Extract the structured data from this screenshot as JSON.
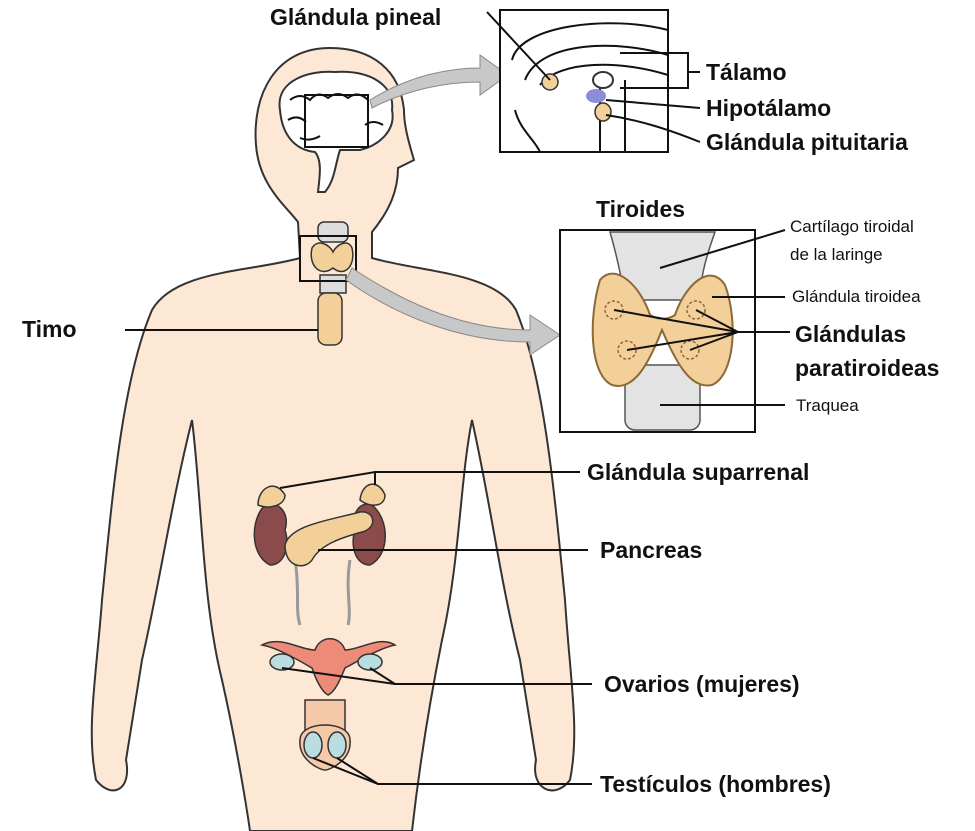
{
  "title": "Sistema endocrino",
  "colors": {
    "skin": "#fde8d6",
    "gland": "#f3cf9a",
    "kidney": "#8b4b4b",
    "uterus": "#ee8a78",
    "ovary": "#b9dde0",
    "hypothalamus": "#8a8ed8",
    "arrow": "#c8c8c8"
  },
  "labels": {
    "pineal": "Glándula pineal",
    "thalamus": "Tálamo",
    "hypothalamus": "Hipotálamo",
    "pituitary": "Glándula pituitaria",
    "thyroid_title": "Tiroides",
    "cartilage_1": "Cartílago tiroidal",
    "cartilage_2": "de la laringe",
    "thyroid_gland": "Glándula tiroidea",
    "parathyroid_1": "Glándulas",
    "parathyroid_2": "paratiroideas",
    "trachea": "Traquea",
    "thymus": "Timo",
    "adrenal": "Glándula suparrenal",
    "pancreas": "Pancreas",
    "ovaries": "Ovarios (mujeres)",
    "testes": "Testículos (hombres)"
  }
}
